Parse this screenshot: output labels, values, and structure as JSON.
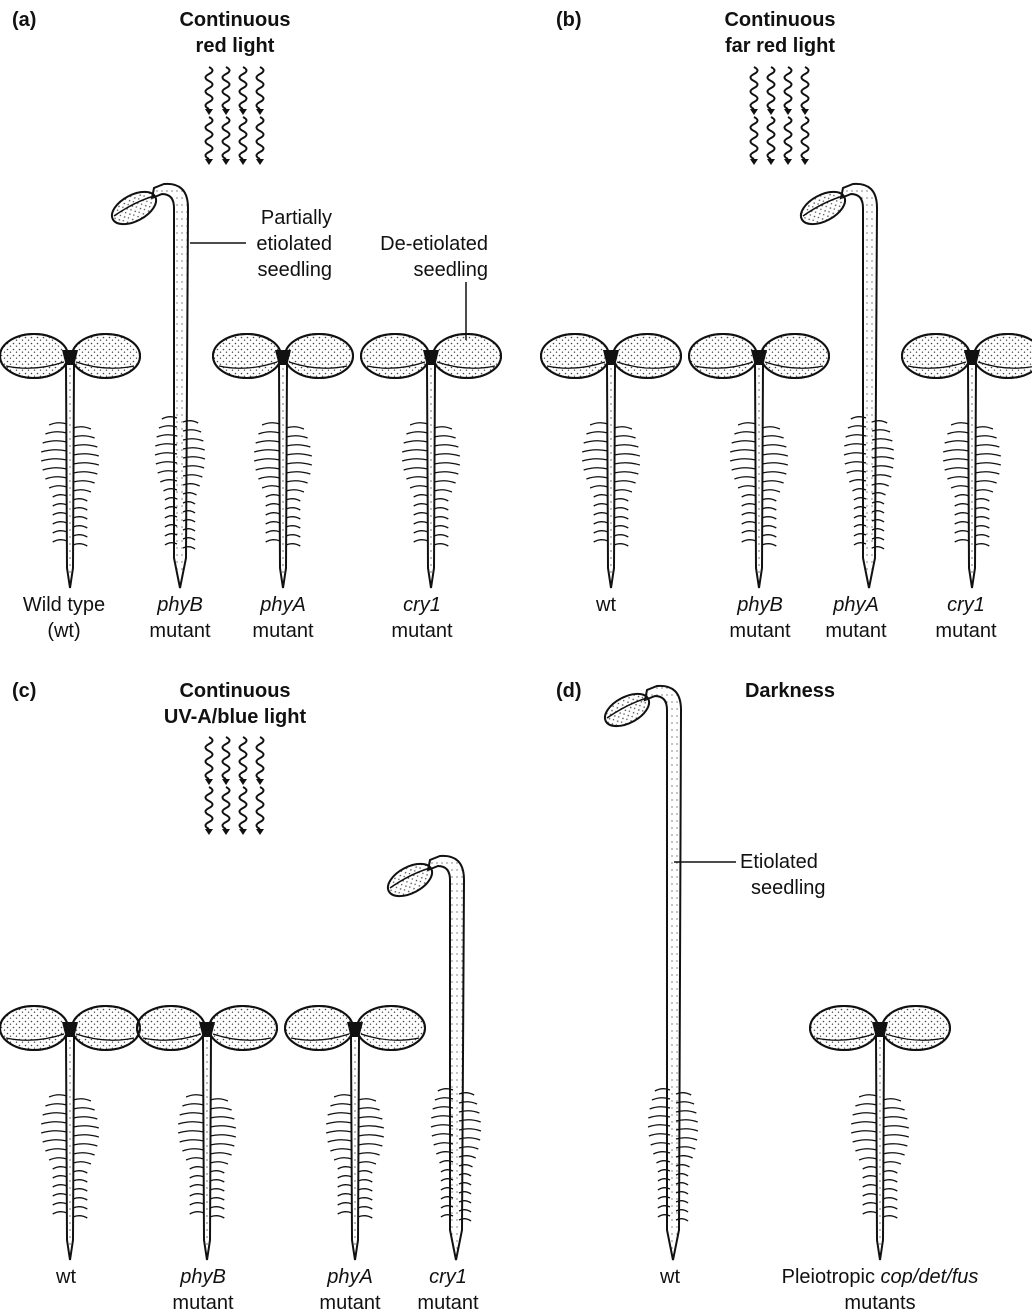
{
  "panels": {
    "a": {
      "tag": "(a)",
      "condition": [
        "Continuous",
        "red light"
      ],
      "callouts": {
        "partial": [
          "Partially",
          "etiolated",
          "seedling"
        ],
        "deetiolated": [
          "De-etiolated",
          "seedling"
        ]
      },
      "plants": [
        {
          "type": "de-etiolated",
          "label_italic": "",
          "label_top": "Wild type",
          "label_bottom": "(wt)"
        },
        {
          "type": "etiolated",
          "label_italic": "phyB",
          "label_top": "",
          "label_bottom": "mutant"
        },
        {
          "type": "de-etiolated",
          "label_italic": "phyA",
          "label_top": "",
          "label_bottom": "mutant"
        },
        {
          "type": "de-etiolated",
          "label_italic": "cry1",
          "label_top": "",
          "label_bottom": "mutant"
        }
      ]
    },
    "b": {
      "tag": "(b)",
      "condition": [
        "Continuous",
        "far red light"
      ],
      "plants": [
        {
          "type": "de-etiolated",
          "label_italic": "",
          "label_top": "wt",
          "label_bottom": ""
        },
        {
          "type": "de-etiolated",
          "label_italic": "phyB",
          "label_top": "",
          "label_bottom": "mutant"
        },
        {
          "type": "etiolated",
          "label_italic": "phyA",
          "label_top": "",
          "label_bottom": "mutant"
        },
        {
          "type": "de-etiolated",
          "label_italic": "cry1",
          "label_top": "",
          "label_bottom": "mutant"
        }
      ]
    },
    "c": {
      "tag": "(c)",
      "condition": [
        "Continuous",
        "UV-A/blue light"
      ],
      "plants": [
        {
          "type": "de-etiolated",
          "label_italic": "",
          "label_top": "wt",
          "label_bottom": ""
        },
        {
          "type": "de-etiolated",
          "label_italic": "phyB",
          "label_top": "",
          "label_bottom": "mutant"
        },
        {
          "type": "de-etiolated",
          "label_italic": "phyA",
          "label_top": "",
          "label_bottom": "mutant"
        },
        {
          "type": "etiolated",
          "label_italic": "cry1",
          "label_top": "",
          "label_bottom": "mutant"
        }
      ]
    },
    "d": {
      "tag": "(d)",
      "condition": [
        "Darkness"
      ],
      "callouts": {
        "etiolated": [
          "Etiolated",
          "seedling"
        ]
      },
      "plants": [
        {
          "type": "etiolated",
          "label_italic": "",
          "label_top": "wt",
          "label_bottom": ""
        },
        {
          "type": "de-etiolated",
          "label_prefix": "Pleiotropic ",
          "label_italic": "cop/det/fus",
          "label_top": "",
          "label_bottom": "mutants"
        }
      ]
    }
  },
  "colors": {
    "ink": "#111111",
    "stipple": "#444444",
    "background": "#ffffff"
  }
}
